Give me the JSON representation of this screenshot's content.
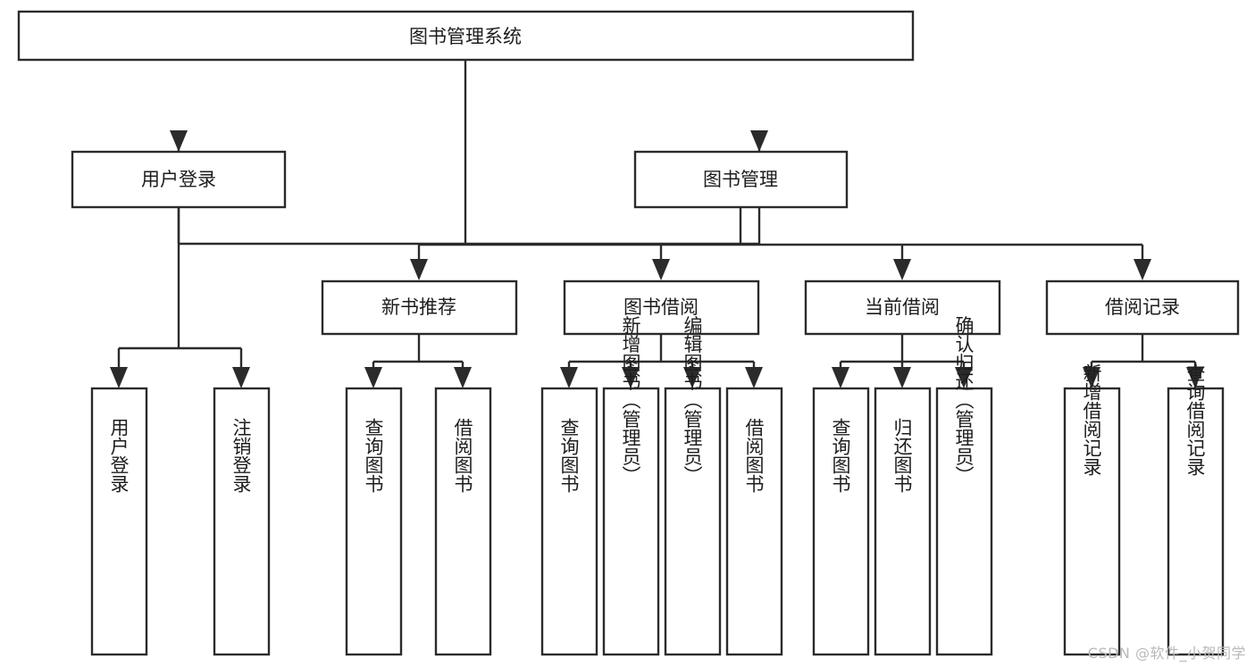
{
  "diagram": {
    "type": "tree",
    "title": "图书管理系统",
    "watermark": "CSDN @软件_小贺同学",
    "root": {
      "label": "图书管理系统"
    },
    "level2": [
      {
        "label": "用户登录"
      },
      {
        "label": "图书管理"
      }
    ],
    "level3": [
      {
        "label": "新书推荐"
      },
      {
        "label": "图书借阅"
      },
      {
        "label": "当前借阅"
      },
      {
        "label": "借阅记录"
      }
    ],
    "leaves": {
      "user_login": [
        {
          "label": "用户登录"
        },
        {
          "label": "注销登录"
        }
      ],
      "new_book_recommend": [
        {
          "label": "查询图书"
        },
        {
          "label": "借阅图书"
        }
      ],
      "book_borrow": [
        {
          "label": "查询图书"
        },
        {
          "label": "新增图书（管理员）"
        },
        {
          "label": "编辑图书（管理员）"
        },
        {
          "label": "借阅图书"
        }
      ],
      "current_borrow": [
        {
          "label": "查询图书"
        },
        {
          "label": "归还图书"
        },
        {
          "label": "确认归还（管理员）"
        }
      ],
      "borrow_record": [
        {
          "label": "新增借阅记录"
        },
        {
          "label": "查询借阅记录"
        }
      ]
    }
  },
  "colors": {
    "stroke": "#2b2b2b",
    "fill": "#ffffff",
    "text": "#1d1d1d",
    "watermark": "#b9b9b9"
  }
}
